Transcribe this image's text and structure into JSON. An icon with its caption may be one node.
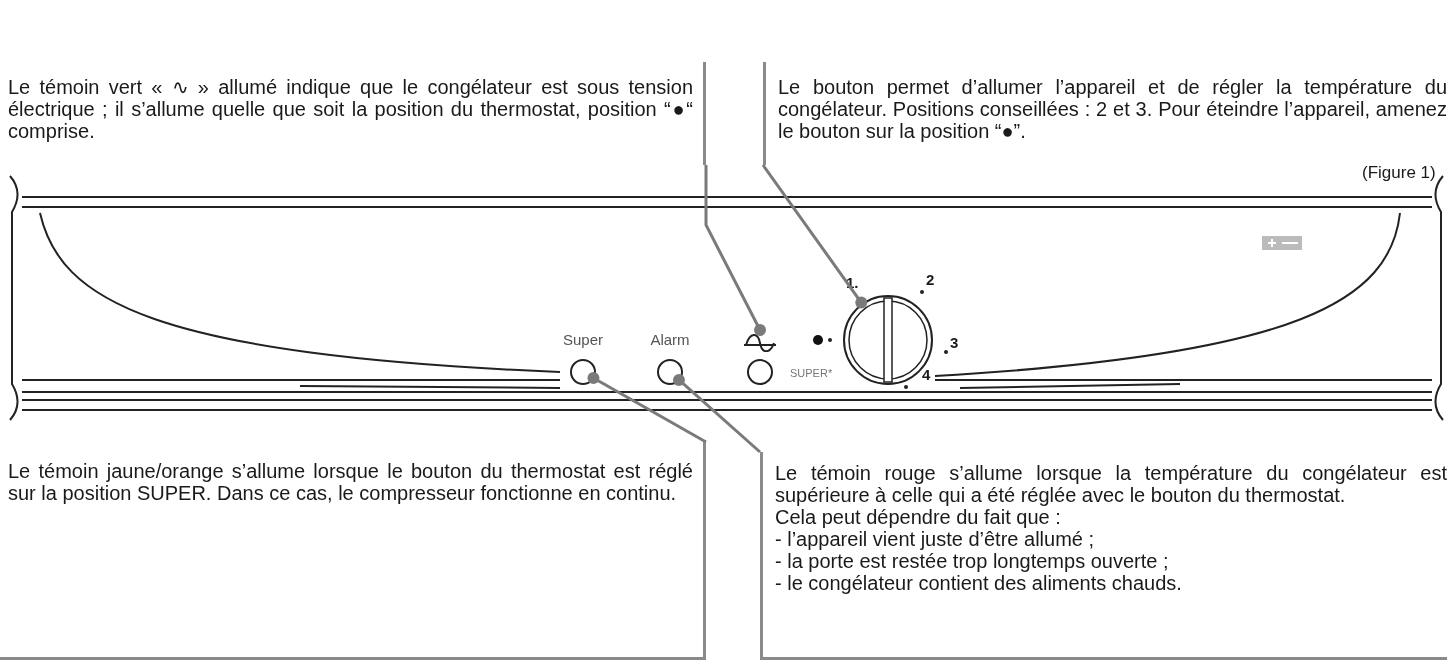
{
  "diagram": {
    "nodes": [
      {
        "text": [
          "Le témoin vert « ∿ » allumé indique que le congélateur est sous tension électrique ; il s’allume quelle que soit la position du thermostat, position “●“ comprise."
        ]
      },
      {
        "text": [
          "Le bouton permet d’allumer l’appareil et de régler la température du congélateur. Positions conseillées : 2 et 3. Pour éteindre l’appareil, amenez le bouton sur la position “●”."
        ]
      },
      {
        "text": [],
        "shape": "circle"
      },
      {
        "text": [],
        "shape": "circle"
      },
      {
        "text": [],
        "shape": "circle"
      },
      {
        "text": [],
        "shape": "circle"
      },
      {
        "text": [
          "Le témoin jaune/orange s’allume lorsque le bouton du thermostat est réglé sur la position SUPER. Dans ce cas, le compresseur fonctionne en continu."
        ]
      },
      {
        "text": [
          "Le témoin rouge s’allume lorsque la température du congélateur est supérieure à celle qui a été réglée avec le bouton du thermostat.",
          "Cela peut dépendre du fait que :",
          "- l’appareil vient juste d’être allumé ;",
          "- la porte est restée trop longtemps ouverte ;",
          "- le congélateur contient des aliments chauds."
        ]
      }
    ],
    "edges": [
      {
        "from": 0,
        "to": 4,
        "arrow": "other"
      },
      {
        "from": 1,
        "to": 5,
        "arrow": "other"
      },
      {
        "from": 6,
        "to": 2,
        "arrow": "other"
      },
      {
        "from": 7,
        "to": 3,
        "arrow": "other"
      }
    ],
    "labels": [
      "(Figure 1)",
      "Super",
      "Alarm",
      "1.",
      "2",
      "3",
      "SUPER*",
      "4"
    ]
  }
}
